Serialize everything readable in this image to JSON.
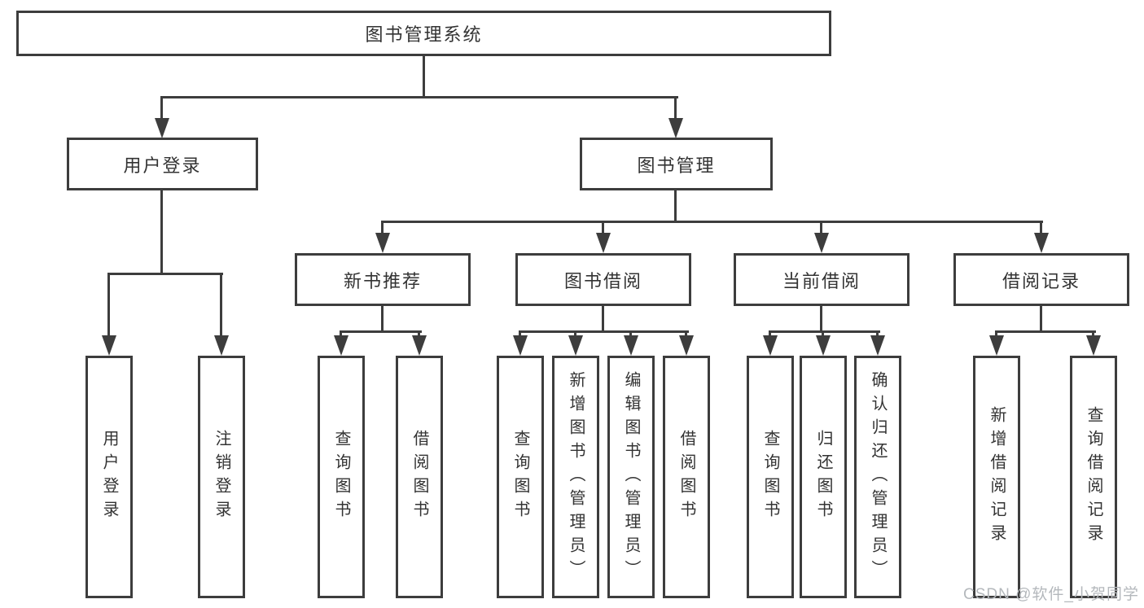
{
  "diagram": {
    "root": {
      "label": "图书管理系统"
    },
    "branches": [
      {
        "label": "用户登录",
        "children": [
          {
            "label": "用户登录"
          },
          {
            "label": "注销登录"
          }
        ]
      },
      {
        "label": "图书管理",
        "children": [
          {
            "label": "新书推荐",
            "children": [
              {
                "label": "查询图书"
              },
              {
                "label": "借阅图书"
              }
            ]
          },
          {
            "label": "图书借阅",
            "children": [
              {
                "label": "查询图书"
              },
              {
                "label": "新增图书（管理员）"
              },
              {
                "label": "编辑图书（管理员）"
              },
              {
                "label": "借阅图书"
              }
            ]
          },
          {
            "label": "当前借阅",
            "children": [
              {
                "label": "查询图书"
              },
              {
                "label": "归还图书"
              },
              {
                "label": "确认归还（管理员）"
              }
            ]
          },
          {
            "label": "借阅记录",
            "children": [
              {
                "label": "新增借阅记录"
              },
              {
                "label": "查询借阅记录"
              }
            ]
          }
        ]
      }
    ]
  },
  "watermark": {
    "text": "CSDN @软件_小贺同学"
  },
  "colors": {
    "line": "#3d3d3d",
    "text": "#333333",
    "background": "#ffffff",
    "watermark": "#b4b8bc"
  }
}
